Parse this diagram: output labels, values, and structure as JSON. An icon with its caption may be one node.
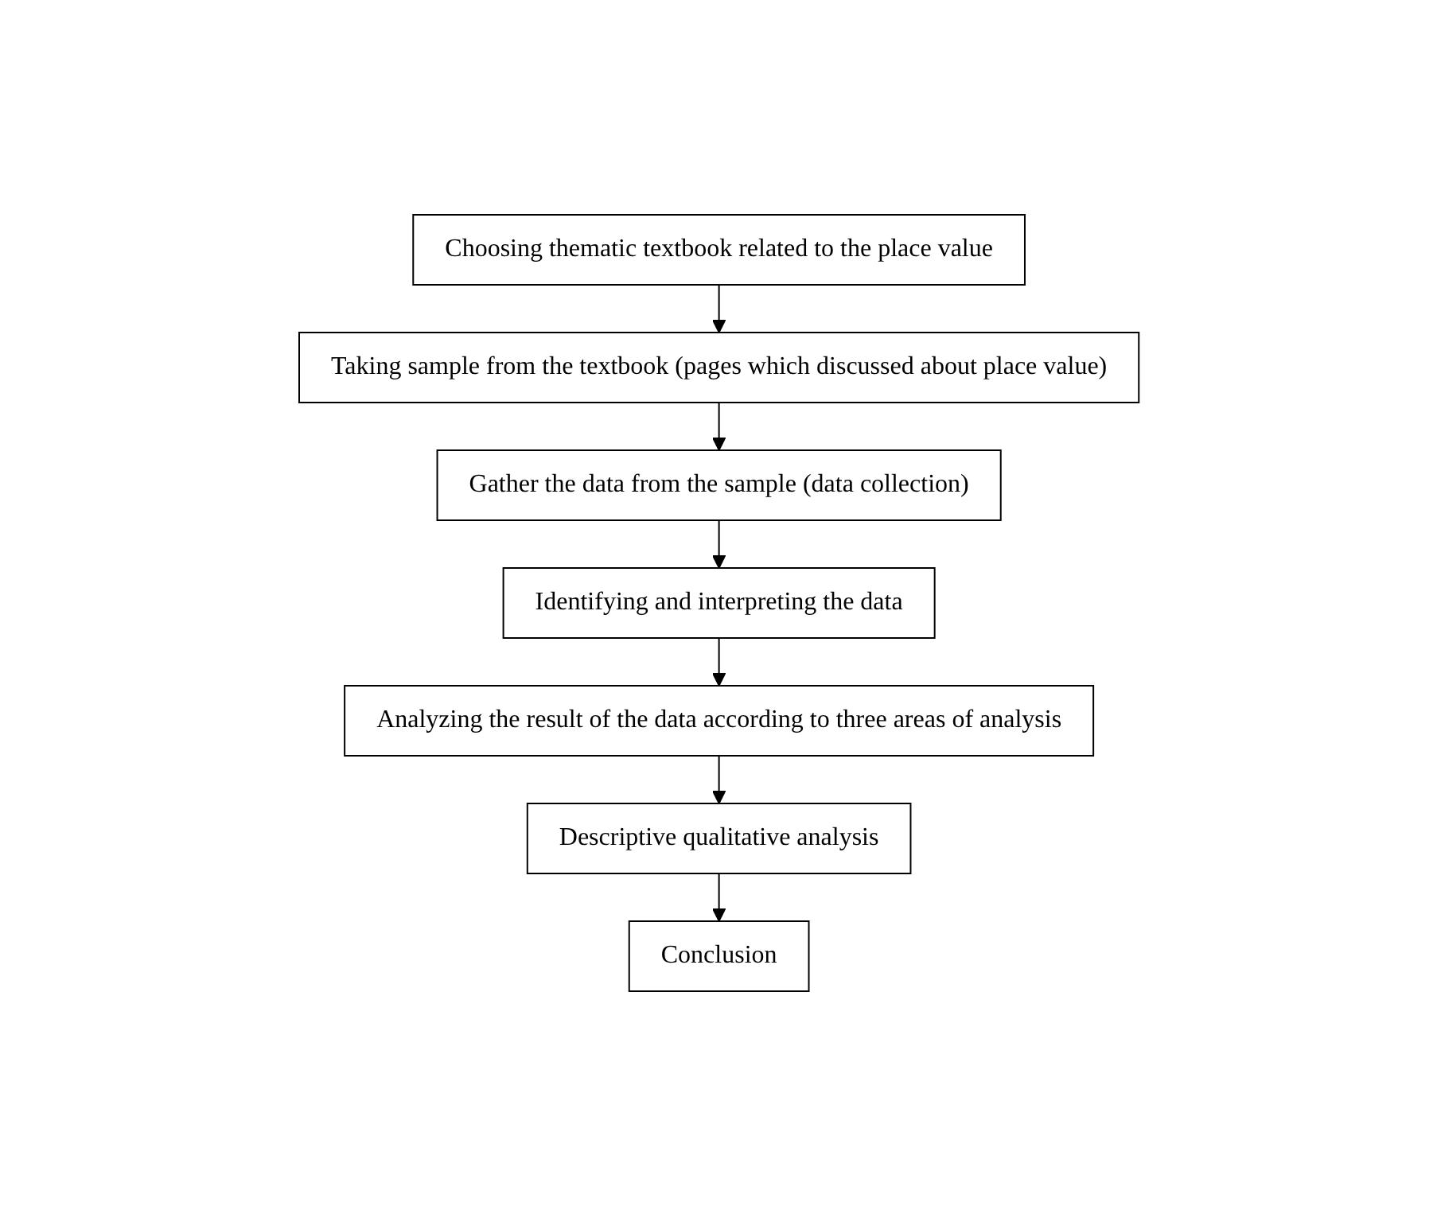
{
  "diagram": {
    "nodes": [
      {
        "text": [
          "Choosing thematic textbook related to the place value"
        ]
      },
      {
        "text": [
          "Taking sample from the textbook (pages which discussed about place value)"
        ]
      },
      {
        "text": [
          "Gather the data from the sample (data collection)"
        ]
      },
      {
        "text": [
          "Identifying and interpreting the data"
        ]
      },
      {
        "text": [
          "Analyzing the result of the data according to three areas of analysis"
        ]
      },
      {
        "text": [
          "Descriptive qualitative analysis"
        ]
      },
      {
        "text": [
          "Conclusion"
        ]
      }
    ],
    "edges": [
      {
        "from": 0,
        "to": 1,
        "arrow": "to"
      },
      {
        "from": 1,
        "to": 2,
        "arrow": "to"
      },
      {
        "from": 2,
        "to": 3,
        "arrow": "to"
      },
      {
        "from": 3,
        "to": 4,
        "arrow": "to"
      },
      {
        "from": 4,
        "to": 5,
        "arrow": "to"
      },
      {
        "from": 5,
        "to": 6,
        "arrow": "to"
      }
    ]
  }
}
